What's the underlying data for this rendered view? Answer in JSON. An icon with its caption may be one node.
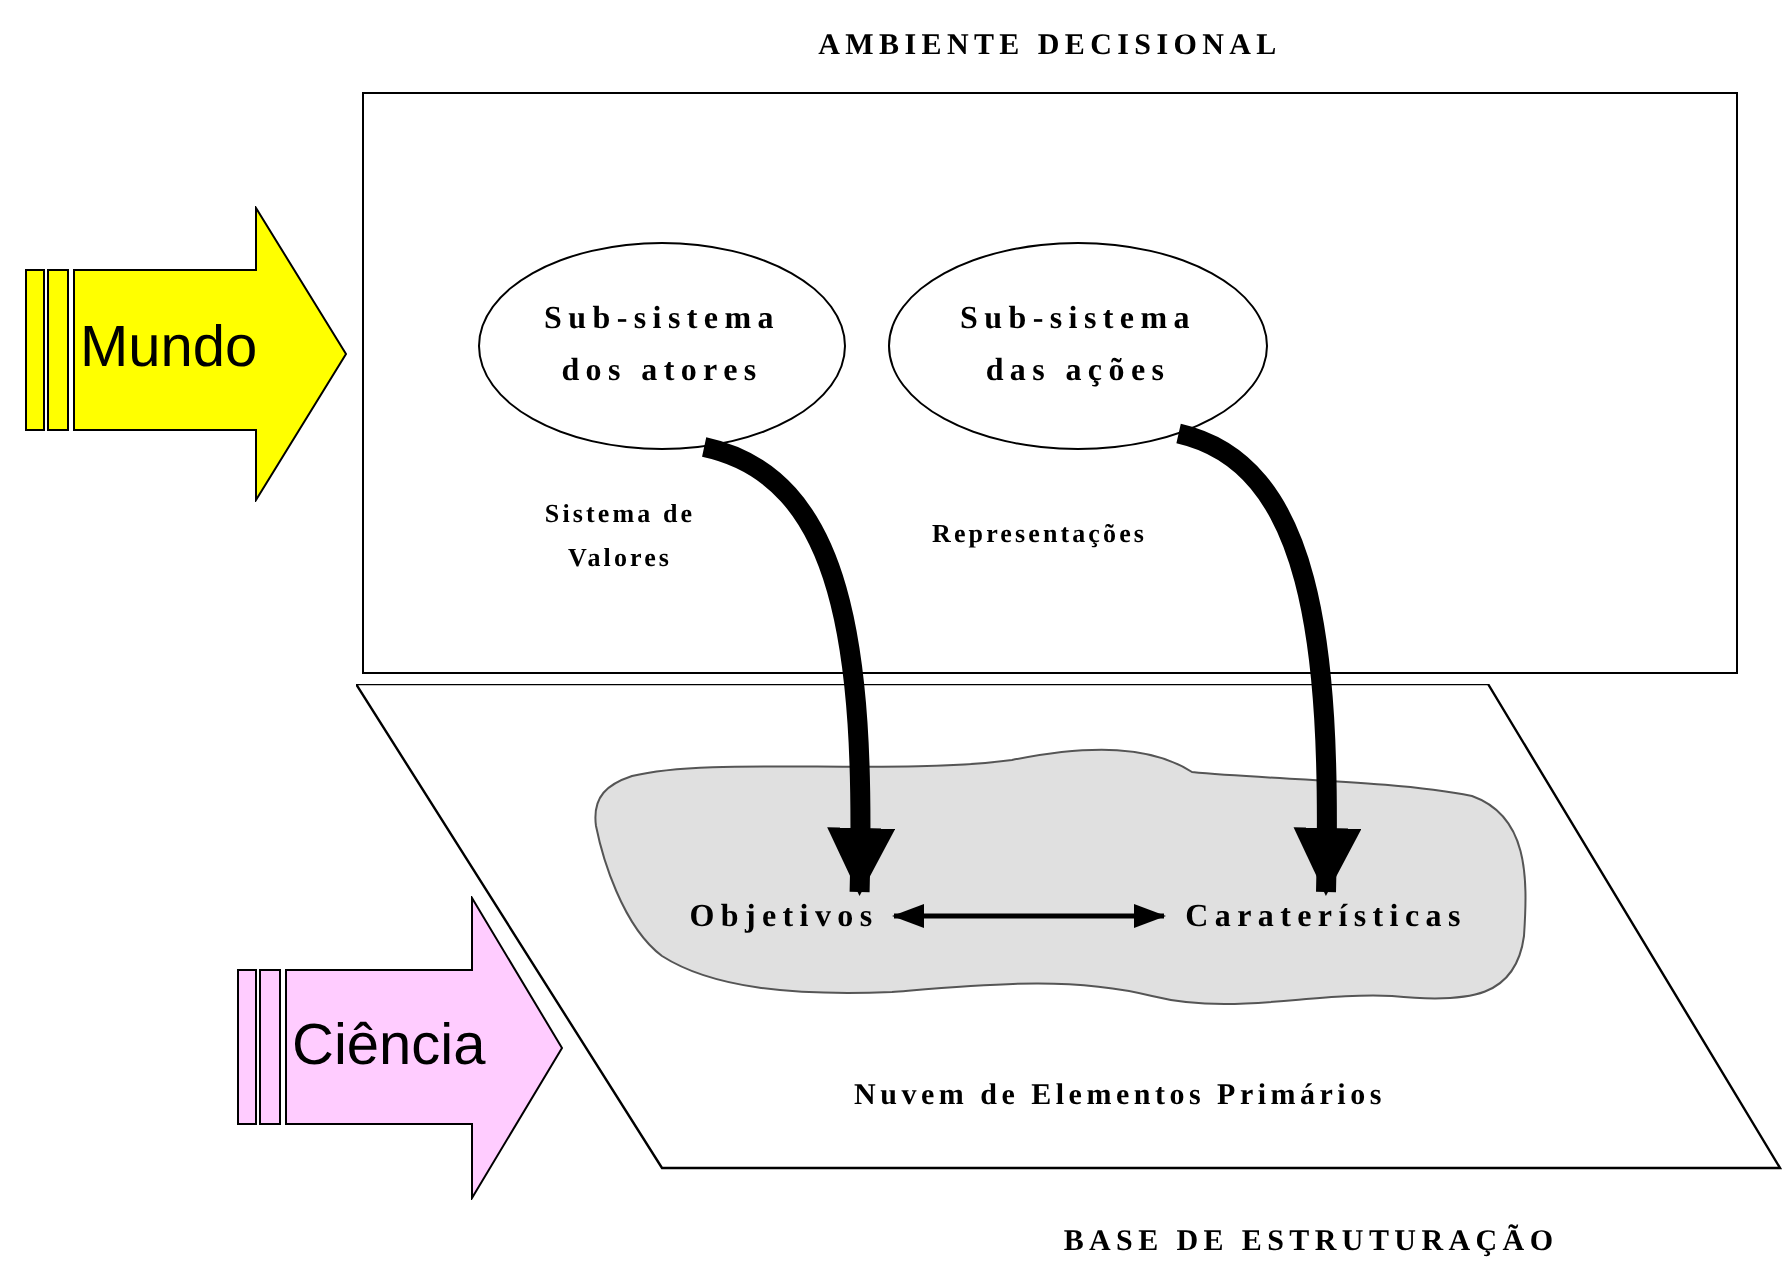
{
  "diagram": {
    "nodes": [
      {
        "text": [
          "AMBIENTE DECISIONAL"
        ]
      },
      {
        "text": [
          "Sub-sistema dos atores"
        ],
        "in": 0
      },
      {
        "text": [
          "Sub-sistema das ações"
        ],
        "in": 0
      },
      {
        "text": [
          "BASE DE ESTRUTURAÇÃO"
        ]
      },
      {
        "text": [],
        "shape": "cloud",
        "in": 3,
        "beside": [
          "Nuvem de Elementos Primários"
        ]
      },
      {
        "text": [
          "Objetivos"
        ],
        "in": 4
      },
      {
        "text": [
          "Caraterísticas"
        ],
        "in": 4
      },
      {
        "text": [
          "Mundo"
        ]
      },
      {
        "text": [
          "Ciência"
        ]
      }
    ],
    "edges": [
      {
        "from": 1,
        "to": 5,
        "arrow": "to"
      },
      {
        "from": 2,
        "to": 6,
        "arrow": "to"
      },
      {
        "from": 5,
        "to": 6,
        "arrow": "both"
      }
    ],
    "labels": [
      "Sistema de Valores",
      "Representações"
    ]
  }
}
